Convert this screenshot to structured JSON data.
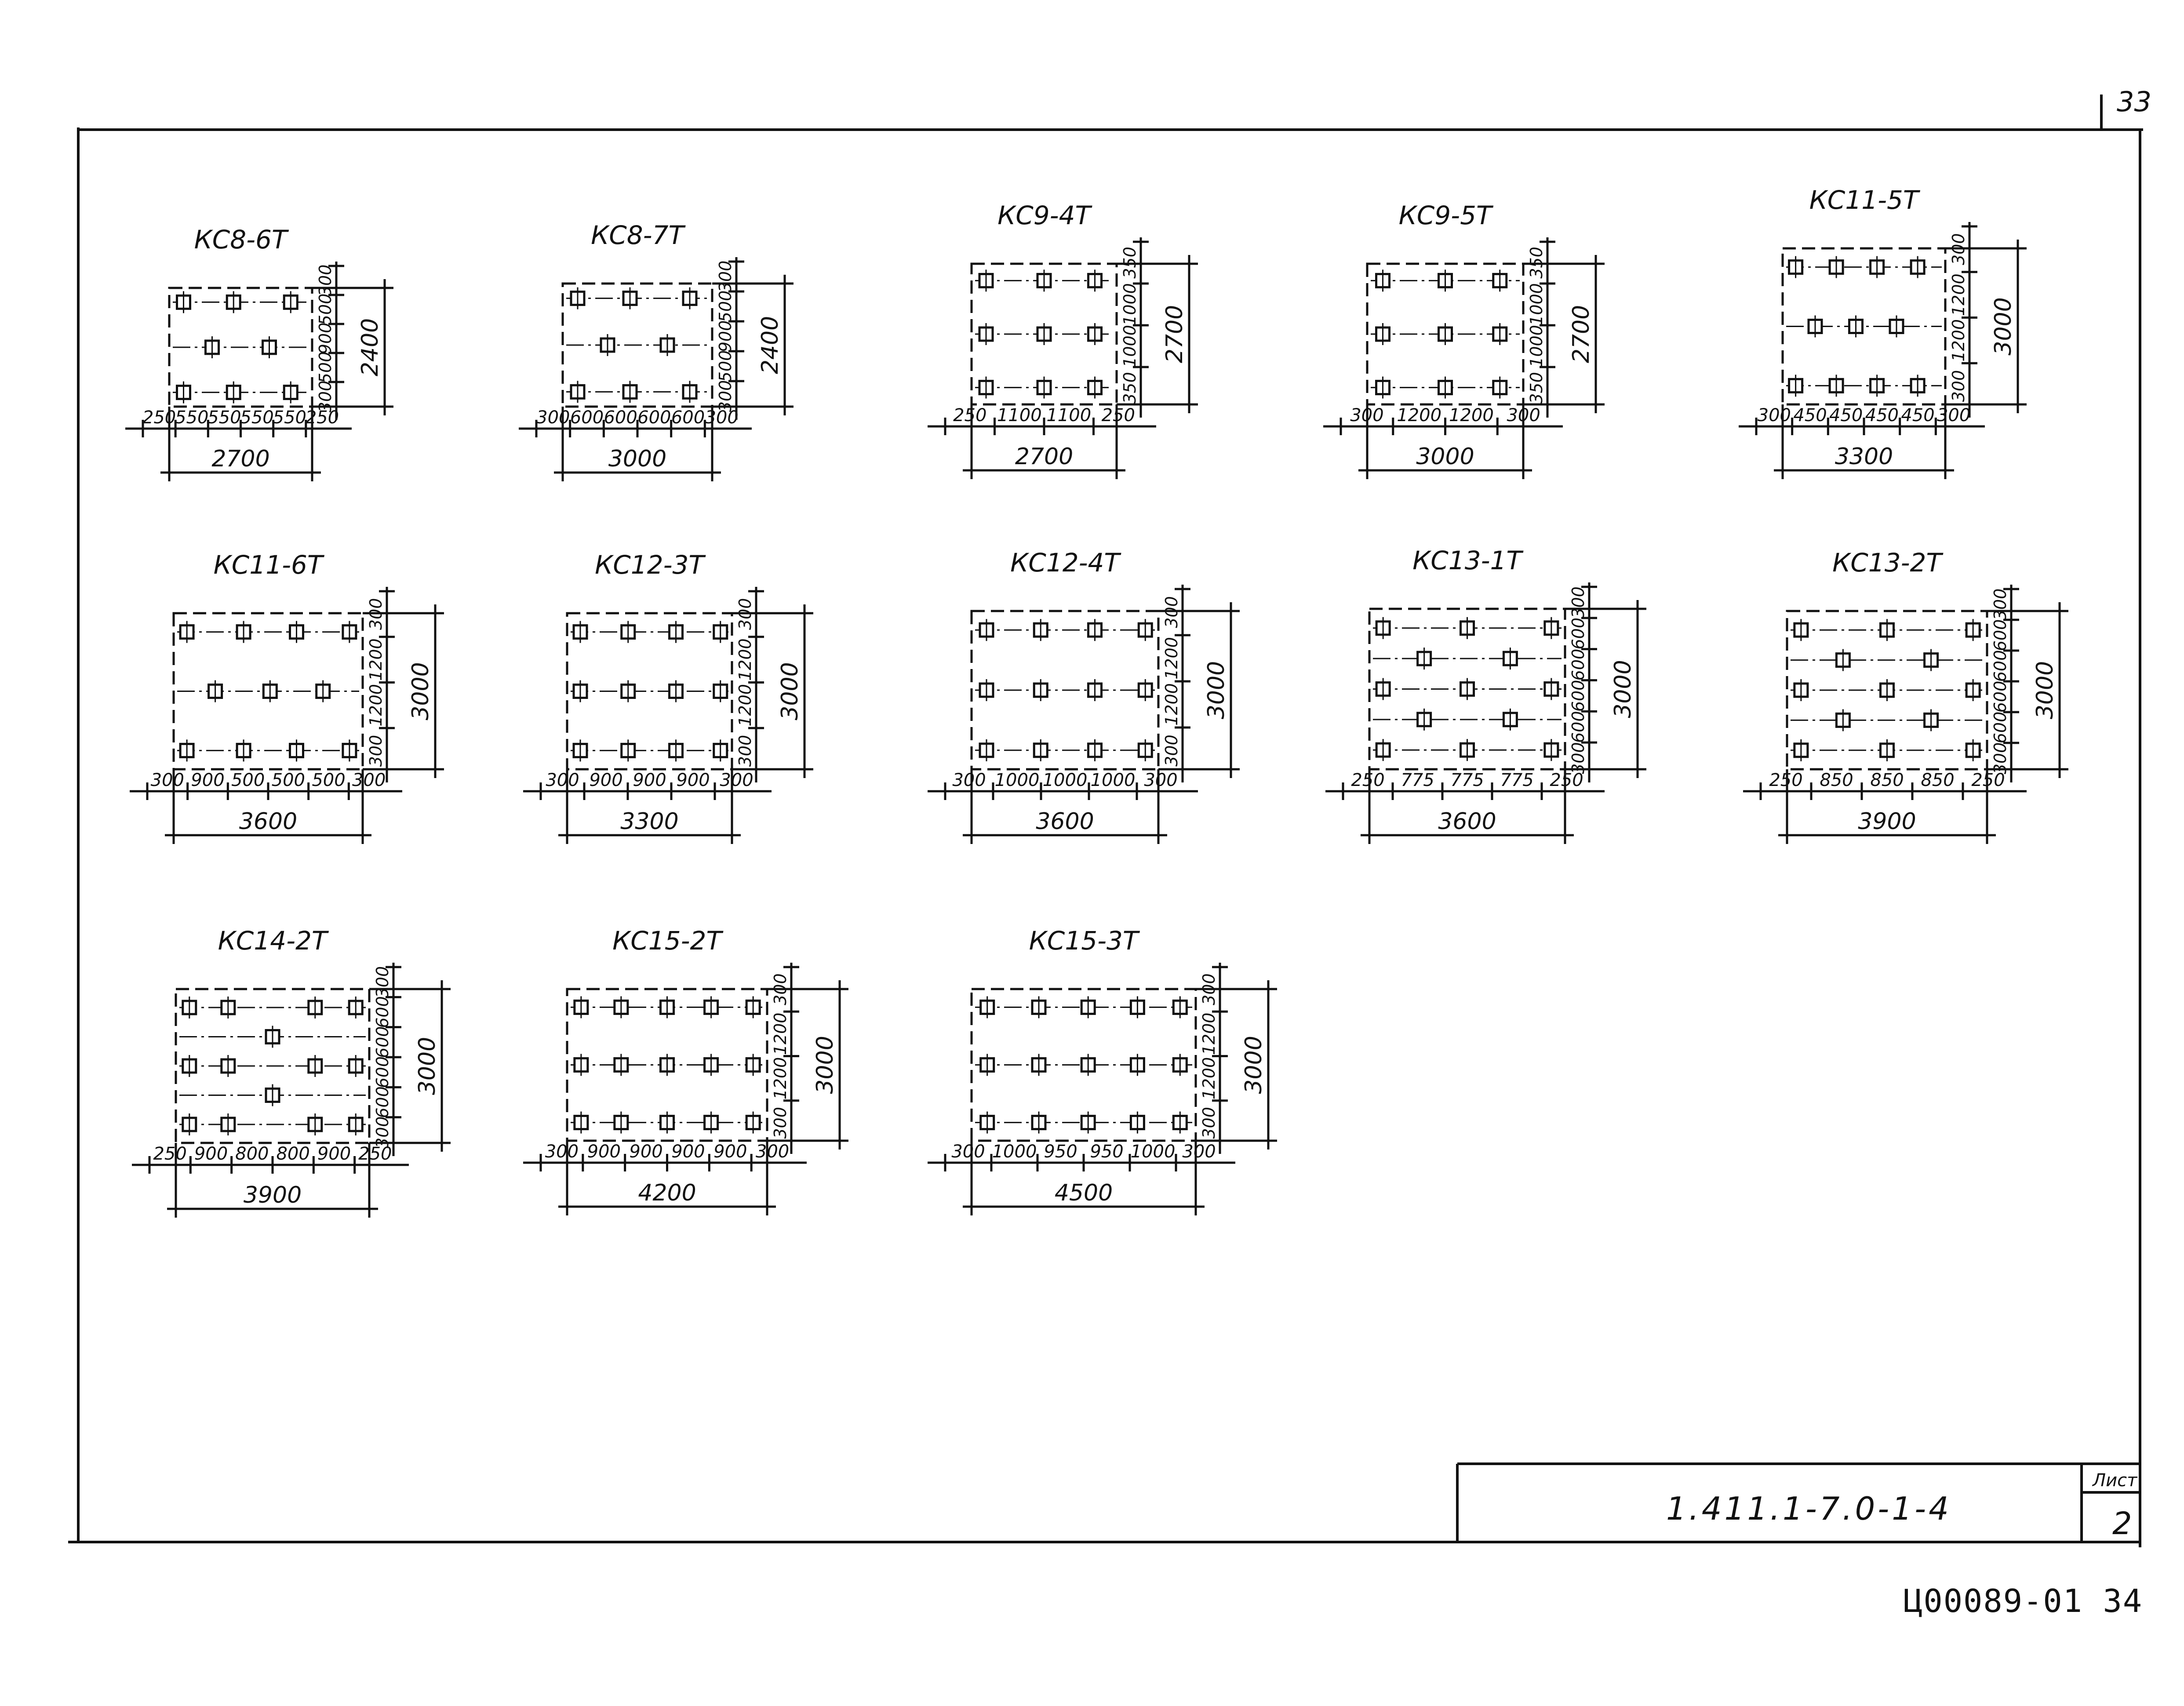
{
  "page_number": "33",
  "title_block": {
    "code": "1.411.1-7.0-1-4",
    "sheet_label": "Лист",
    "sheet_number": "2"
  },
  "archive_stamp": "Ц00089-01  34",
  "plans": [
    {
      "name": "КС8-6Т",
      "width_total": "2700",
      "bottom_dims": [
        "250",
        "550",
        "550",
        "550",
        "550",
        "250"
      ],
      "height_total": "2400",
      "right_dims": [
        "300",
        "500",
        "900",
        "500",
        "300"
      ]
    },
    {
      "name": "КС8-7Т",
      "width_total": "3000",
      "bottom_dims": [
        "300",
        "600",
        "600",
        "600",
        "600",
        "300"
      ],
      "height_total": "2400",
      "right_dims": [
        "300",
        "500",
        "900",
        "500",
        "300"
      ]
    },
    {
      "name": "КС9-4Т",
      "width_total": "2700",
      "bottom_dims": [
        "250",
        "1100",
        "1100",
        "250"
      ],
      "height_total": "2700",
      "right_dims": [
        "350",
        "1000",
        "1000",
        "350"
      ]
    },
    {
      "name": "КС9-5Т",
      "width_total": "3000",
      "bottom_dims": [
        "300",
        "1200",
        "1200",
        "300"
      ],
      "height_total": "2700",
      "right_dims": [
        "350",
        "1000",
        "1000",
        "350"
      ]
    },
    {
      "name": "КС11-5Т",
      "width_total": "3300",
      "bottom_dims": [
        "300",
        "450",
        "450",
        "450",
        "450",
        "300"
      ],
      "height_total": "3000",
      "right_dims": [
        "300",
        "1200",
        "1200",
        "300"
      ]
    },
    {
      "name": "КС11-6Т",
      "width_total": "3600",
      "bottom_dims": [
        "300",
        "900",
        "500",
        "500",
        "500",
        "300"
      ],
      "height_total": "3000",
      "right_dims": [
        "300",
        "1200",
        "1200",
        "300"
      ]
    },
    {
      "name": "КС12-3Т",
      "width_total": "3300",
      "bottom_dims": [
        "300",
        "900",
        "900",
        "900",
        "300"
      ],
      "height_total": "3000",
      "right_dims": [
        "300",
        "1200",
        "1200",
        "300"
      ]
    },
    {
      "name": "КС12-4Т",
      "width_total": "3600",
      "bottom_dims": [
        "300",
        "1000",
        "1000",
        "1000",
        "300"
      ],
      "height_total": "3000",
      "right_dims": [
        "300",
        "1200",
        "1200",
        "300"
      ]
    },
    {
      "name": "КС13-1Т",
      "width_total": "3600",
      "bottom_dims": [
        "250",
        "775",
        "775",
        "775",
        "250"
      ],
      "height_total": "3000",
      "right_dims": [
        "300",
        "600",
        "600",
        "600",
        "600",
        "300"
      ]
    },
    {
      "name": "КС13-2Т",
      "width_total": "3900",
      "bottom_dims": [
        "250",
        "850",
        "850",
        "850",
        "250"
      ],
      "height_total": "3000",
      "right_dims": [
        "300",
        "600",
        "600",
        "600",
        "600",
        "300"
      ]
    },
    {
      "name": "КС14-2Т",
      "width_total": "3900",
      "bottom_dims": [
        "250",
        "900",
        "800",
        "800",
        "900",
        "250"
      ],
      "height_total": "3000",
      "right_dims": [
        "300",
        "600",
        "600",
        "600",
        "600",
        "300"
      ]
    },
    {
      "name": "КС15-2Т",
      "width_total": "4200",
      "bottom_dims": [
        "300",
        "900",
        "900",
        "900",
        "900",
        "300"
      ],
      "height_total": "3000",
      "right_dims": [
        "300",
        "1200",
        "1200",
        "300"
      ]
    },
    {
      "name": "КС15-3Т",
      "width_total": "4500",
      "bottom_dims": [
        "300",
        "1000",
        "950",
        "950",
        "1000",
        "300"
      ],
      "height_total": "3000",
      "right_dims": [
        "300",
        "1200",
        "1200",
        "300"
      ]
    }
  ]
}
